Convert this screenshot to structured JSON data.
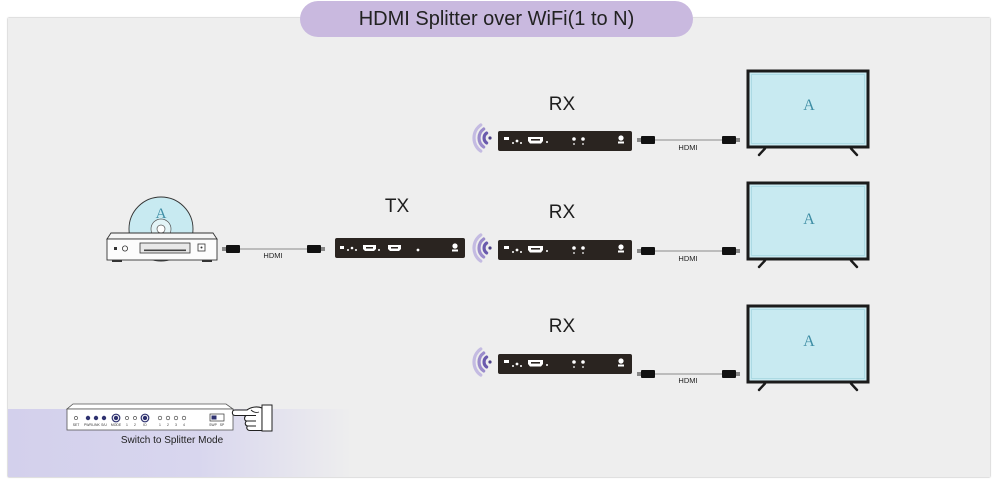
{
  "title": "HDMI Splitter over WiFi(1 to N)",
  "source": {
    "disc_letter": "A",
    "cable_label": "HDMI"
  },
  "transmitter": {
    "label": "TX"
  },
  "receivers": [
    {
      "label": "RX",
      "cable_label": "HDMI",
      "screen_letter": "A"
    },
    {
      "label": "RX",
      "cable_label": "HDMI",
      "screen_letter": "A"
    },
    {
      "label": "RX",
      "cable_label": "HDMI",
      "screen_letter": "A"
    }
  ],
  "switch_panel": {
    "caption": "Switch to Splitter Mode",
    "labels": [
      "SET",
      "PWR",
      "LINK",
      "S/U",
      "MODE",
      "1",
      "2",
      "ID",
      "1",
      "2",
      "3",
      "4",
      "SWP",
      "SP"
    ]
  },
  "icons": {
    "signal": "wifi-signal-icon",
    "pointer": "hand-pointer-icon",
    "disc": "disc-icon"
  },
  "colors": {
    "title_pill": "#c9b9df",
    "background": "#eeeeee",
    "device_body": "#2a2420",
    "tv_screen": "#c8eaf1",
    "screen_letter": "#3f8ea5",
    "mode_banner": "#d3d0ec",
    "panel_led": "#2f3270"
  }
}
